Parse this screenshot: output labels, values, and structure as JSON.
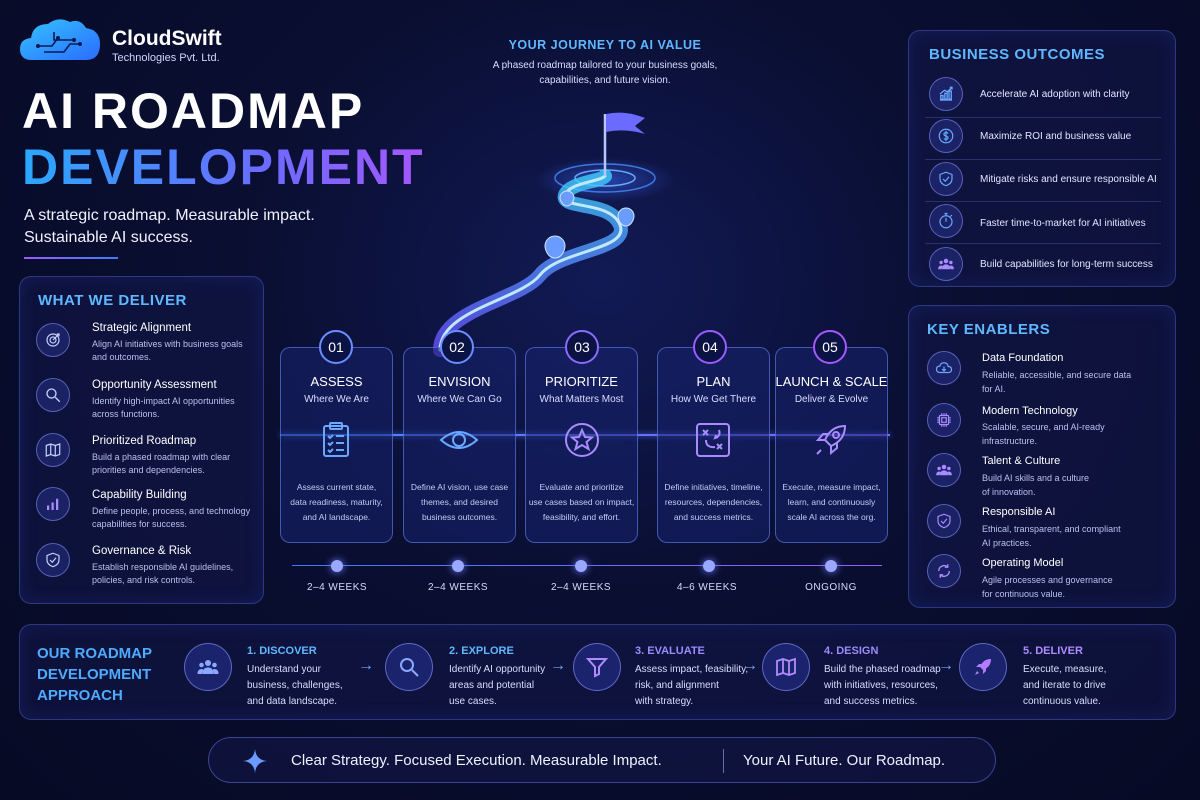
{
  "brand": {
    "name": "CloudSwift",
    "subtitle": "Technologies Pvt. Ltd."
  },
  "hero": {
    "title_line1": "AI ROADMAP",
    "title_line2": "DEVELOPMENT",
    "tagline_line1": "A strategic roadmap. Measurable impact.",
    "tagline_line2": "Sustainable AI success."
  },
  "journey": {
    "heading": "YOUR JOURNEY TO AI VALUE",
    "desc_line1": "A phased roadmap tailored to your business goals,",
    "desc_line2": "capabilities, and future vision."
  },
  "deliver": {
    "title": "WHAT WE DELIVER",
    "items": [
      {
        "icon": "target-icon",
        "title": "Strategic Alignment",
        "d1": "Align AI initiatives with business goals",
        "d2": "and outcomes."
      },
      {
        "icon": "magnifier-icon",
        "title": "Opportunity Assessment",
        "d1": "Identify high-impact AI opportunities",
        "d2": "across functions."
      },
      {
        "icon": "map-icon",
        "title": "Prioritized Roadmap",
        "d1": "Build a phased roadmap with clear",
        "d2": "priorities and dependencies."
      },
      {
        "icon": "bar-chart-icon",
        "title": "Capability Building",
        "d1": "Define people, process, and technology",
        "d2": "capabilities for success."
      },
      {
        "icon": "shield-check-icon",
        "title": "Governance & Risk",
        "d1": "Establish responsible AI guidelines,",
        "d2": "policies, and risk controls."
      }
    ]
  },
  "stages": [
    {
      "num": "01",
      "title": "ASSESS",
      "sub": "Where We Are",
      "d1": "Assess current state,",
      "d2": "data readiness, maturity,",
      "d3": "and AI landscape.",
      "duration": "2–4 WEEKS",
      "icon": "clipboard-icon"
    },
    {
      "num": "02",
      "title": "ENVISION",
      "sub": "Where We Can Go",
      "d1": "Define AI vision, use case",
      "d2": "themes, and desired",
      "d3": "business outcomes.",
      "duration": "2–4 WEEKS",
      "icon": "eye-icon"
    },
    {
      "num": "03",
      "title": "PRIORITIZE",
      "sub": "What Matters Most",
      "d1": "Evaluate and prioritize",
      "d2": "use cases based on impact,",
      "d3": "feasibility, and effort.",
      "duration": "2–4 WEEKS",
      "icon": "star-badge-icon"
    },
    {
      "num": "04",
      "title": "PLAN",
      "sub": "How We Get There",
      "d1": "Define initiatives, timeline,",
      "d2": "resources, dependencies,",
      "d3": "and success metrics.",
      "duration": "4–6 WEEKS",
      "icon": "strategy-board-icon"
    },
    {
      "num": "05",
      "title": "LAUNCH & SCALE",
      "sub": "Deliver & Evolve",
      "d1": "Execute, measure impact,",
      "d2": "learn, and continuously",
      "d3": "scale AI across the org.",
      "duration": "ONGOING",
      "icon": "rocket-icon"
    }
  ],
  "outcomes": {
    "title": "BUSINESS OUTCOMES",
    "items": [
      {
        "icon": "growth-chart-icon",
        "text": "Accelerate AI adoption with clarity"
      },
      {
        "icon": "dollar-icon",
        "text": "Maximize ROI and business value"
      },
      {
        "icon": "shield-check-icon",
        "text": "Mitigate risks and ensure responsible AI"
      },
      {
        "icon": "stopwatch-icon",
        "text": "Faster time-to-market for AI initiatives"
      },
      {
        "icon": "people-icon",
        "text": "Build capabilities for long-term success"
      }
    ]
  },
  "enablers": {
    "title": "KEY ENABLERS",
    "items": [
      {
        "icon": "cloud-icon",
        "title": "Data Foundation",
        "d1": "Reliable, accessible, and secure data",
        "d2": "for AI."
      },
      {
        "icon": "chip-icon",
        "title": "Modern Technology",
        "d1": "Scalable, secure, and AI-ready",
        "d2": "infrastructure."
      },
      {
        "icon": "people-icon",
        "title": "Talent & Culture",
        "d1": "Build AI skills and a culture",
        "d2": "of innovation."
      },
      {
        "icon": "shield-icon",
        "title": "Responsible AI",
        "d1": "Ethical, transparent, and compliant",
        "d2": "AI practices."
      },
      {
        "icon": "cycle-icon",
        "title": "Operating Model",
        "d1": "Agile processes and governance",
        "d2": "for continuous value."
      }
    ]
  },
  "approach": {
    "title_line1": "OUR ROADMAP",
    "title_line2": "DEVELOPMENT",
    "title_line3": "APPROACH",
    "steps": [
      {
        "icon": "people-icon",
        "title": "1. DISCOVER",
        "d1": "Understand your",
        "d2": "business, challenges,",
        "d3": "and data landscape."
      },
      {
        "icon": "magnifier-icon",
        "title": "2. EXPLORE",
        "d1": "Identify AI opportunity",
        "d2": "areas and potential",
        "d3": "use cases."
      },
      {
        "icon": "funnel-icon",
        "title": "3. EVALUATE",
        "d1": "Assess impact, feasibility,",
        "d2": "risk, and alignment",
        "d3": "with strategy."
      },
      {
        "icon": "map-icon",
        "title": "4. DESIGN",
        "d1": "Build the phased roadmap",
        "d2": "with initiatives, resources,",
        "d3": "and success metrics."
      },
      {
        "icon": "rocket-icon",
        "title": "5. DELIVER",
        "d1": "Execute, measure,",
        "d2": "and iterate to drive",
        "d3": "continuous value."
      }
    ]
  },
  "footer": {
    "left": "Clear Strategy. Focused Execution. Measurable Impact.",
    "right": "Your AI Future. Our Roadmap."
  }
}
